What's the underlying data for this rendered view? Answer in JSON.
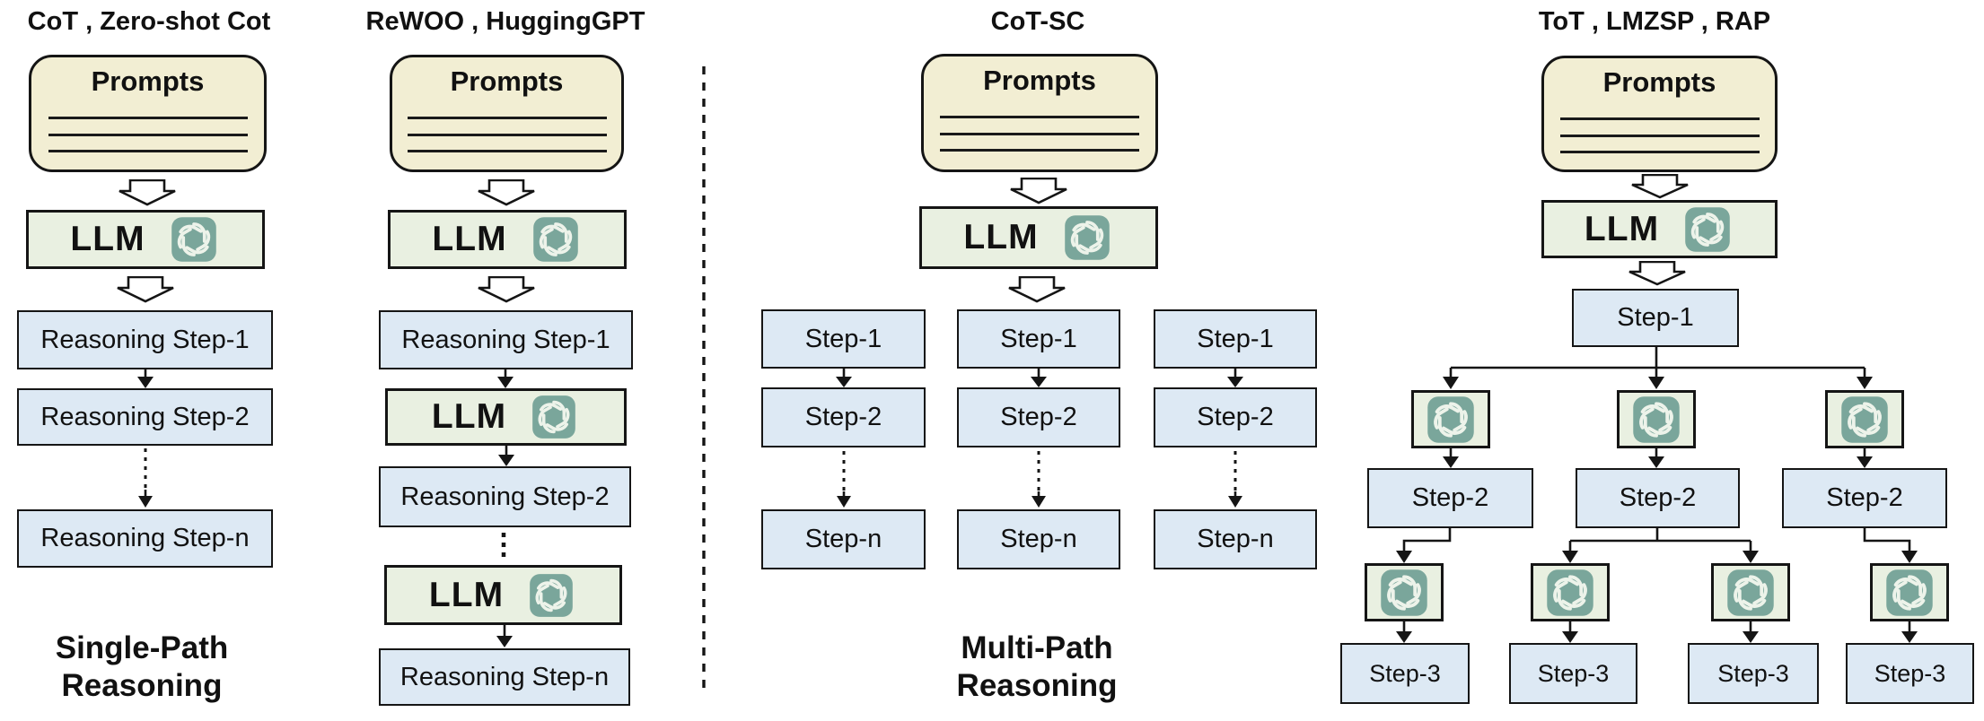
{
  "diagram": {
    "panels": [
      {
        "id": "cot",
        "title": "CoT , Zero-shot Cot"
      },
      {
        "id": "rewoo",
        "title": "ReWOO , HuggingGPT"
      },
      {
        "id": "cotsc",
        "title": "CoT-SC"
      },
      {
        "id": "tot",
        "title": "ToT , LMZSP , RAP"
      }
    ],
    "node_labels": {
      "prompts": "Prompts",
      "llm": "LLM",
      "reasoning_step_1": "Reasoning Step-1",
      "reasoning_step_2": "Reasoning Step-2",
      "reasoning_step_n": "Reasoning Step-n",
      "step_1": "Step-1",
      "step_2": "Step-2",
      "step_3": "Step-3",
      "step_n": "Step-n"
    },
    "section_labels": {
      "single_path_line1": "Single-Path",
      "single_path_line2": "Reasoning",
      "multi_path_line1": "Multi-Path",
      "multi_path_line2": "Reasoning"
    },
    "icons": {
      "llm_icon": "gpt-swirl-icon"
    },
    "colors": {
      "background": "#ffffff",
      "prompts_fill": "#f2eed3",
      "llm_fill": "#e9f0e1",
      "step_fill": "#dde9f4",
      "gpt_teal": "#7aa69b",
      "swirl_white": "#edf3ea",
      "line": "#151515"
    }
  }
}
